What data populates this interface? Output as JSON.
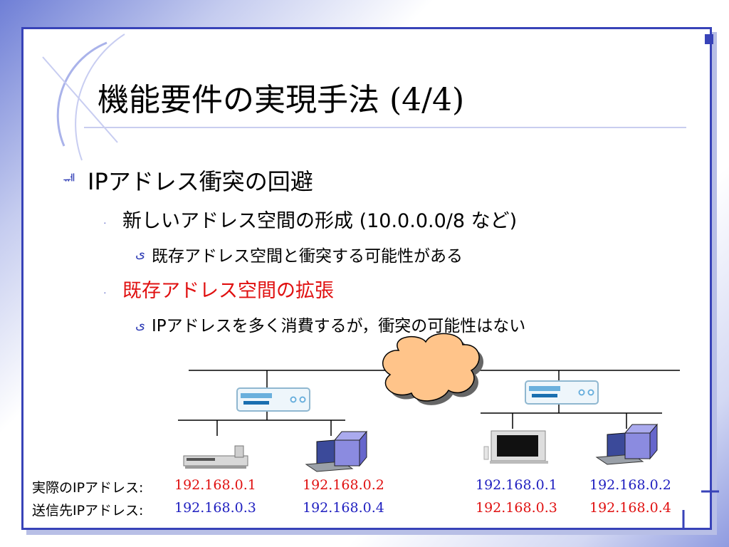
{
  "title": {
    "main": "機能要件の実現手法 ",
    "num": "(4/4)"
  },
  "bullets": {
    "b1": "IPアドレス衝突の回避",
    "b1_1": "新しいアドレス空間の形成 (10.0.0.0/8 など)",
    "b1_1_1": "既存アドレス空間と衝突する可能性がある",
    "b1_2": "既存アドレス空間の拡張",
    "b1_2_1": "IPアドレスを多く消費するが，衝突の可能性はない"
  },
  "addresses": {
    "actual_label": "実際のIPアドレス:",
    "dest_label": "送信先IPアドレス:",
    "actual": [
      "192.168.0.1",
      "192.168.0.2",
      "192.168.0.1",
      "192.168.0.2"
    ],
    "dest": [
      "192.168.0.3",
      "192.168.0.4",
      "192.168.0.3",
      "192.168.0.4"
    ]
  },
  "colors": {
    "accent": "#3843b8",
    "red": "#e01010",
    "blue": "#2020c0",
    "cloud": "#ffc48a"
  },
  "icons": [
    "bullet-icon",
    "router-icon",
    "cloud-icon",
    "laptop-icon",
    "dvd-recorder-icon",
    "television-icon"
  ]
}
